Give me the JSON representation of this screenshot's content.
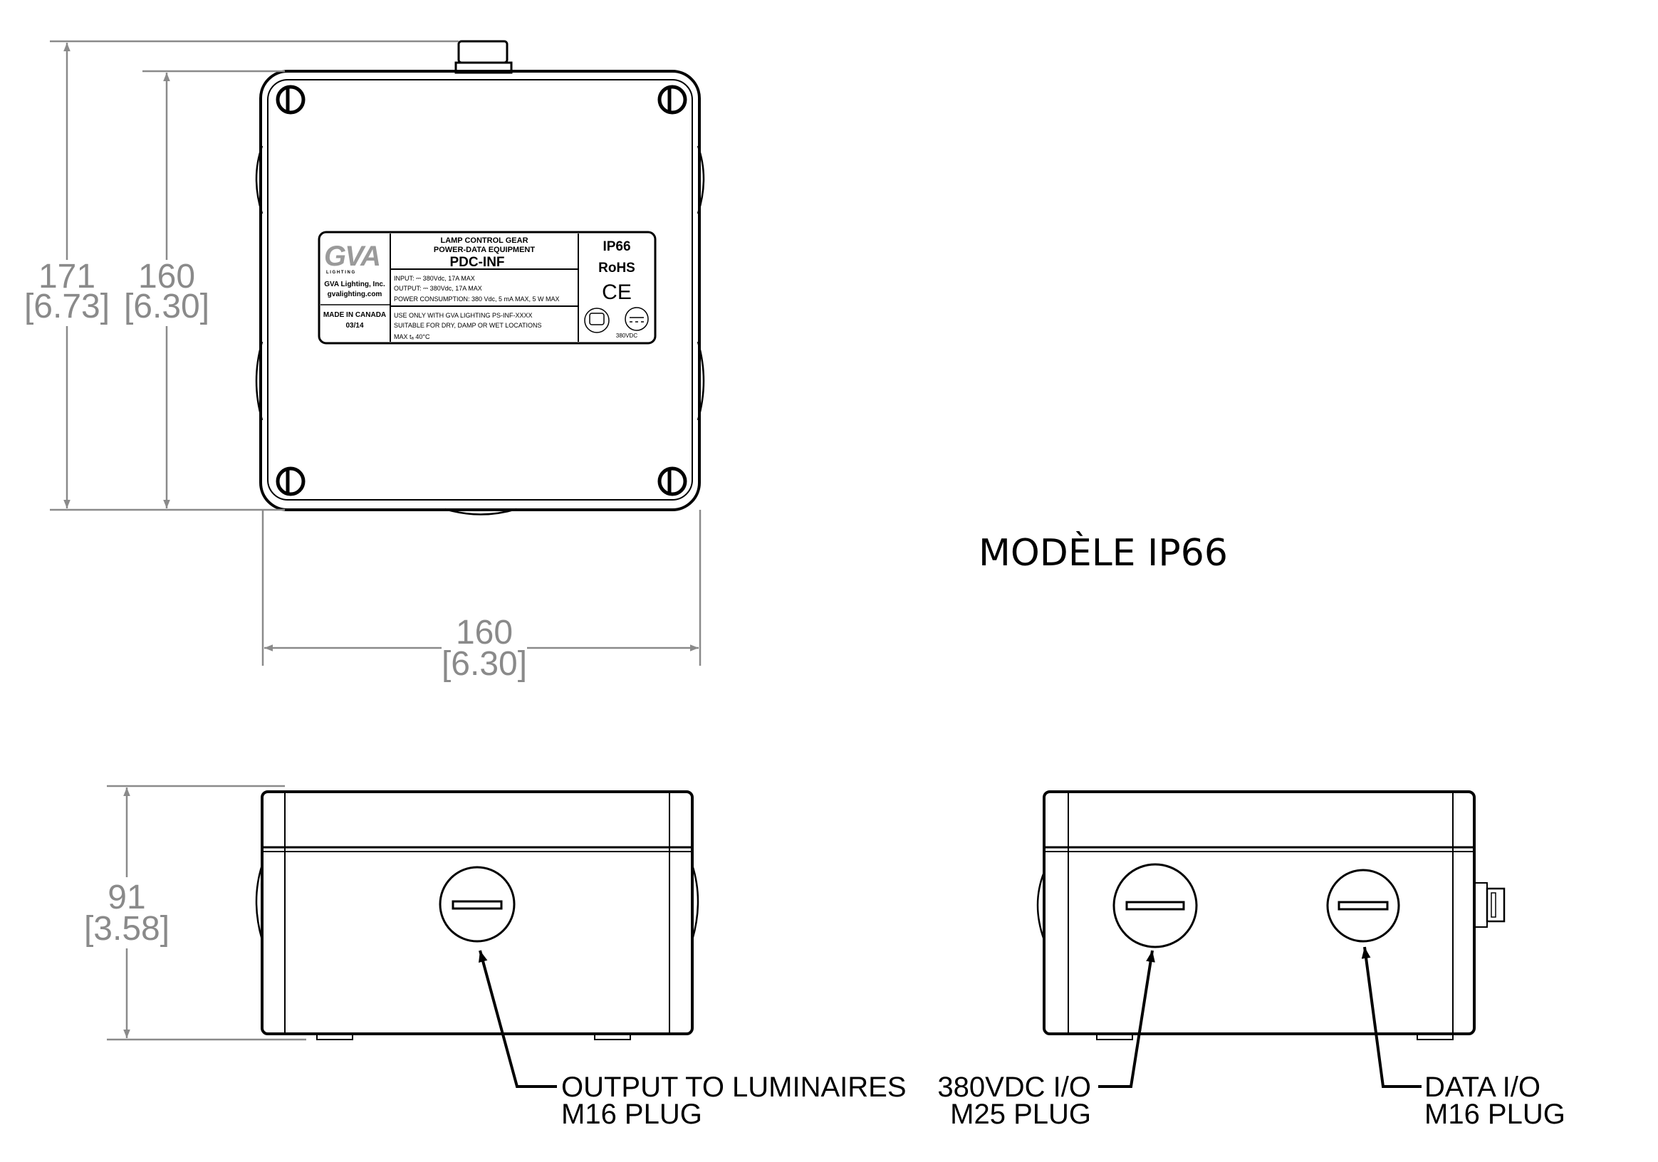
{
  "title": "MODÈLE IP66",
  "dimensions": {
    "overall_height": {
      "mm": "171",
      "in": "[6.73]"
    },
    "body_height": {
      "mm": "160",
      "in": "[6.30]"
    },
    "width": {
      "mm": "160",
      "in": "[6.30]"
    },
    "depth": {
      "mm": "91",
      "in": "[3.58]"
    }
  },
  "nameplate": {
    "logo": "GVA",
    "logo_sub": "L I G H T I N G",
    "company": "GVA Lighting, Inc.",
    "website": "gvalighting.com",
    "made_in": "MADE IN CANADA",
    "date": "03/14",
    "header_line1": "LAMP CONTROL GEAR",
    "header_line2": "POWER-DATA EQUIPMENT",
    "model": "PDC-INF",
    "input": "INPUT: ⎓ 380Vdc, 17A MAX",
    "output": "OUTPUT: ⎓ 380Vdc, 17A MAX",
    "power": "POWER CONSUMPTION: 380 Vdc, 5 mA MAX, 5 W MAX",
    "note1": "USE ONLY WITH GVA LIGHTING PS-INF-XXXX",
    "note2": "SUITABLE FOR DRY, DAMP OR WET LOCATIONS",
    "note3": "MAX tₐ 40°C",
    "rating": "IP66",
    "rohs": "RoHS",
    "ce": "CE",
    "voltage_symbol": "380VDC"
  },
  "callouts": {
    "output": {
      "line1": "OUTPUT TO LUMINAIRES",
      "line2": "M16 PLUG"
    },
    "power_io": {
      "line1": "380VDC I/O",
      "line2": "M25 PLUG"
    },
    "data_io": {
      "line1": "DATA I/O",
      "line2": "M16 PLUG"
    }
  },
  "colors": {
    "line": "#000000",
    "dimension": "#8a8a8a",
    "background": "#ffffff"
  }
}
